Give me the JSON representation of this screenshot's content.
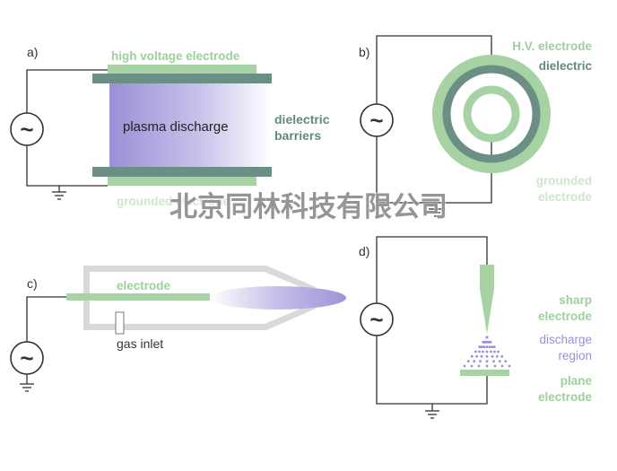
{
  "panels": {
    "a": {
      "tag": "a)",
      "hv_label": "high voltage electrode",
      "plasma_label": "plasma discharge",
      "dielectric_label_1": "dielectric",
      "dielectric_label_2": "barriers",
      "ground_label": "grounded electrode"
    },
    "b": {
      "tag": "b)",
      "hv_label": "H.V. electrode",
      "dielectric_label": "dielectric",
      "ground_label_1": "grounded",
      "ground_label_2": "electrode"
    },
    "c": {
      "tag": "c)",
      "electrode_label": "electrode",
      "gas_label": "gas inlet"
    },
    "d": {
      "tag": "d)",
      "sharp_label_1": "sharp",
      "sharp_label_2": "electrode",
      "discharge_label_1": "discharge",
      "discharge_label_2": "region",
      "plane_label_1": "plane",
      "plane_label_2": "electrode"
    }
  },
  "source_symbol": "~",
  "watermark": "北京同林科技有限公司",
  "colors": {
    "electrode_green": "#a6d2a4",
    "dielectric_gray": "#6b8f84",
    "label_green": "#9fcf9c",
    "label_dark": "#5f8a7d",
    "plasma_purple": "#9b8fd6",
    "wire": "#333333",
    "tube_gray": "#d9d9d9"
  }
}
